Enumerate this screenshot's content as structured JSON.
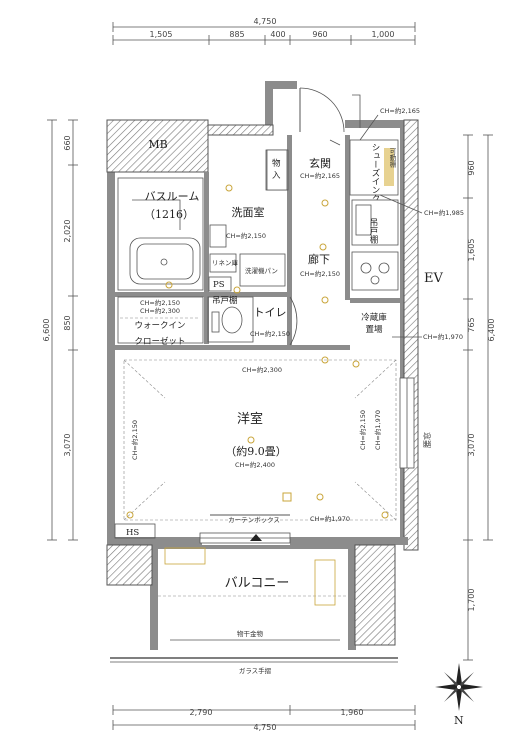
{
  "dimensions": {
    "top_total": "4,750",
    "top_segments": [
      "1,505",
      "885",
      "400",
      "960",
      "1,000"
    ],
    "bottom_segments": [
      "2,790",
      "1,960"
    ],
    "bottom_total": "4,750",
    "left_total": "6,600",
    "left_segments": [
      "660",
      "2,020",
      "850",
      "3,070"
    ],
    "right_segments": [
      "960",
      "1,605",
      "765",
      "3,070",
      "1,700"
    ],
    "right_total": "6,400"
  },
  "rooms": {
    "mb": "MB",
    "entrance": "玄関",
    "shoe_closet": "シューズインクローク",
    "storage": "物入",
    "movable_shelf": "可動棚",
    "bathroom": "バスルーム",
    "bath_size": "（1216）",
    "washroom": "洗面室",
    "hallway": "廊下",
    "linen_shelf": "リネン庫",
    "washer_pan": "洗濯機パン",
    "ps": "PS",
    "hanging_shelf_cupboard": "吊戸棚",
    "hanging_shelf": "吊戸棚",
    "toilet": "トイレ",
    "walk_in_closet_1": "ウォークイン",
    "walk_in_closet_2": "クローゼット",
    "fridge_space_1": "冷蔵庫",
    "fridge_space_2": "置場",
    "ev": "EV",
    "western_room": "洋室",
    "western_room_size": "（約9.0畳）",
    "curtain_box": "カーテンボックス",
    "hs": "HS",
    "balcony": "バルコニー",
    "drying_hardware": "物干金物",
    "glass_railing": "ガラス手摺",
    "north": "N",
    "window_label": "腰窓"
  },
  "ceiling_heights": {
    "entrance_top": "CH=約2,165",
    "entrance": "CH=約2,165",
    "corridor_right": "CH=約1,985",
    "washroom": "CH=約2,150",
    "hallway": "CH=約2,150",
    "wic_1": "CH=約2,150",
    "wic_2": "CH=約2,300",
    "toilet": "CH=約2,150",
    "fridge": "CH=約1,970",
    "room_top": "CH=約2,300",
    "room_left": "CH=約2,150",
    "room_right_1": "CH=約2,150",
    "room_right_2": "CH=約1,970",
    "room_center": "CH=約2,400",
    "curtain": "CH=約1,970"
  }
}
